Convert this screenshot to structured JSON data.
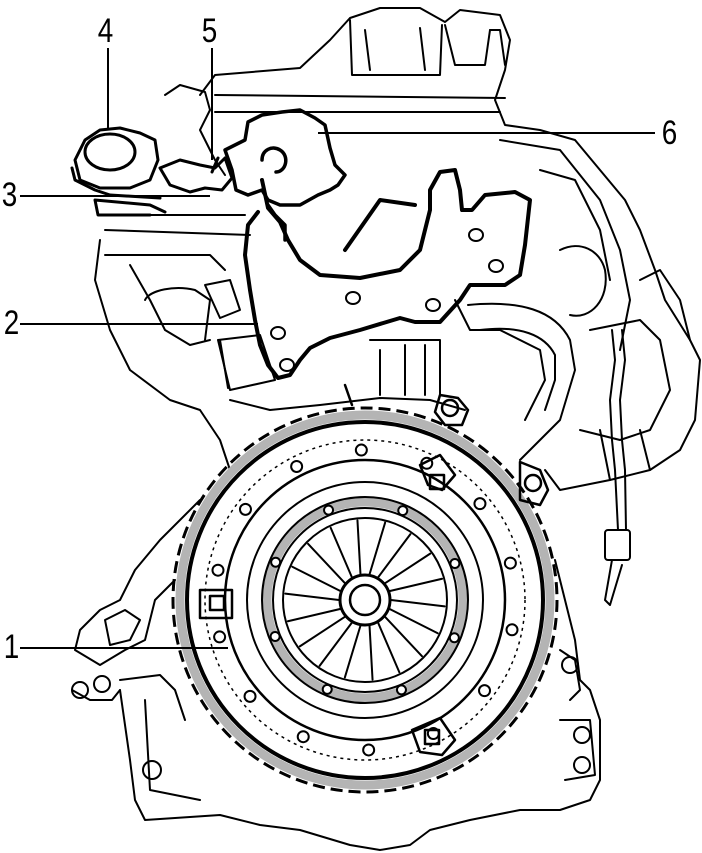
{
  "diagram": {
    "callouts": [
      {
        "id": "1",
        "label": "1"
      },
      {
        "id": "2",
        "label": "2"
      },
      {
        "id": "3",
        "label": "3"
      },
      {
        "id": "4",
        "label": "4"
      },
      {
        "id": "5",
        "label": "5"
      },
      {
        "id": "6",
        "label": "6"
      }
    ],
    "colors": {
      "line": "#000000",
      "background": "#ffffff",
      "highlight": "#b4b4b4"
    }
  }
}
